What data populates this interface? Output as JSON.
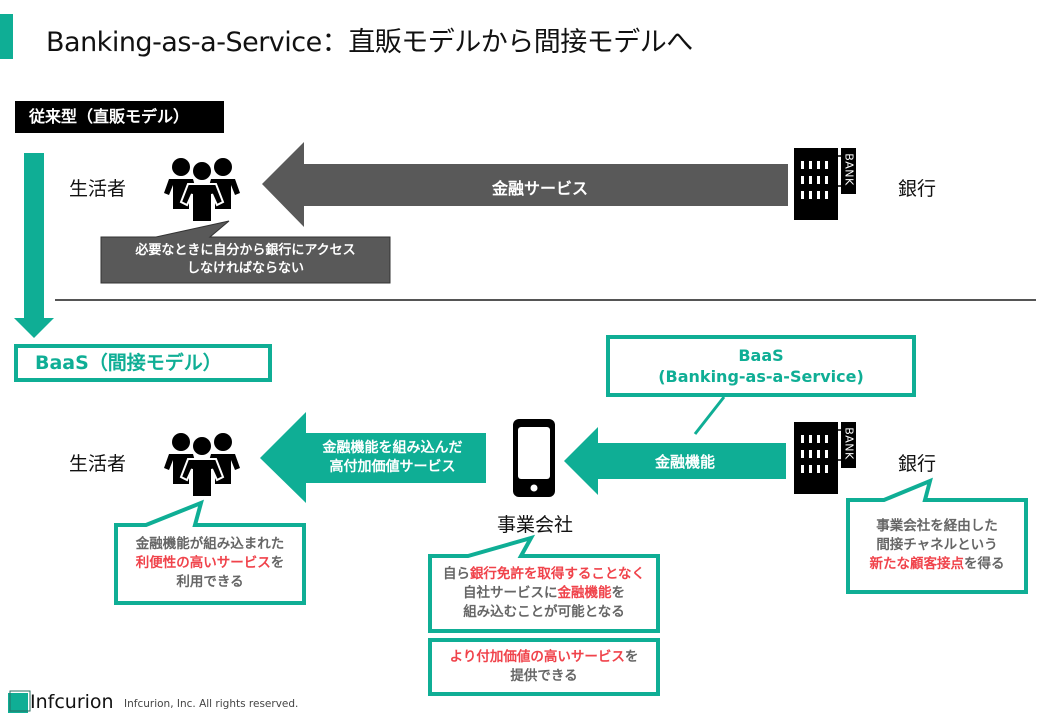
{
  "page": {
    "title": "Banking-as-a-Service：直販モデルから間接モデルへ",
    "accent_color": "#0fae95",
    "highlight_color": "#f0434b"
  },
  "traditional": {
    "section_label": "従来型（直販モデル）",
    "consumer_label": "生活者",
    "bank_label": "銀行",
    "bank_sign": "BANK",
    "arrow_label": "金融サービス",
    "callout_lines": [
      "必要なときに自分から銀行にアクセス",
      "しなければならない"
    ]
  },
  "baas": {
    "section_label": "BaaS（間接モデル）",
    "definition_lines": [
      "BaaS",
      "(Banking-as-a-Service)"
    ],
    "consumer_label": "生活者",
    "company_label": "事業会社",
    "bank_label": "銀行",
    "bank_sign": "BANK",
    "arrow_company_to_consumer_lines": [
      "金融機能を組み込んだ",
      "高付加価値サービス"
    ],
    "arrow_bank_to_company": "金融機能",
    "consumer_callout": {
      "line1": "金融機能が組み込まれた",
      "line2_red": "利便性の高いサービス",
      "line2_tail": "を",
      "line3": "利用できる"
    },
    "company_callout": {
      "line1_head": "自ら",
      "line1_red": "銀行免許を取得することなく",
      "line2_head": "自社サービスに",
      "line2_red": "金融機能",
      "line2_tail": "を",
      "line3": "組み込むことが可能となる"
    },
    "company_value_box": {
      "line1_red": "より付加価値の高いサービス",
      "line1_tail": "を",
      "line2": "提供できる"
    },
    "bank_callout": {
      "line1": "事業会社を経由した",
      "line2": "間接チャネルという",
      "line3_red": "新たな顧客接点",
      "line3_tail": "を得る"
    }
  },
  "footer": {
    "logo_text": "Infcurion",
    "copyright": "Infcurion, Inc.  All rights reserved."
  }
}
